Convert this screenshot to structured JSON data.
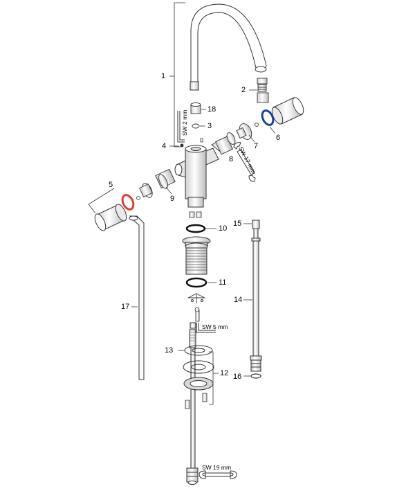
{
  "callouts": {
    "c1": "1",
    "c2": "2",
    "c3": "3",
    "c4": "4",
    "c5": "5",
    "c6": "6",
    "c7": "7",
    "c8": "8",
    "c9": "9",
    "c10": "10",
    "c11": "11",
    "c12": "12",
    "c13": "13",
    "c14": "14",
    "c15": "15",
    "c16": "16",
    "c17": "17",
    "c18": "18"
  },
  "wrench_labels": {
    "sw2": "SW 2 mm",
    "sw17": "SW 17 mm",
    "sw5": "SW 5 mm",
    "sw19": "SW 19 mm"
  },
  "colors": {
    "line": "#333333",
    "part_fill": "#f2f2f2",
    "oring_red": "#e23b2e",
    "oring_blue": "#1d3f9e",
    "oring_black": "#111111"
  }
}
